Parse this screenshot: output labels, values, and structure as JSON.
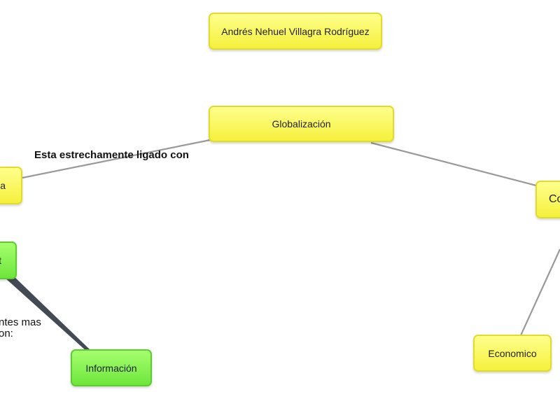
{
  "nodes": {
    "author": {
      "label": "Andrés Nehuel Villagra Rodríguez"
    },
    "central": {
      "label": "Globalización"
    },
    "left_partial": {
      "label": "ia"
    },
    "right_partial": {
      "label": "Co"
    },
    "green_partial": {
      "label": "t"
    },
    "information": {
      "label": "Información"
    },
    "economic": {
      "label": "Economico"
    }
  },
  "links": {
    "central_left_label": "Esta estrechamente ligado con",
    "green_info_label_line1": "ntes mas",
    "green_info_label_line2": "on:"
  },
  "colors": {
    "yellow_node": "#f5f03c",
    "green_node": "#6ee63c",
    "link_gray": "#999999",
    "link_dark": "#444a55"
  }
}
